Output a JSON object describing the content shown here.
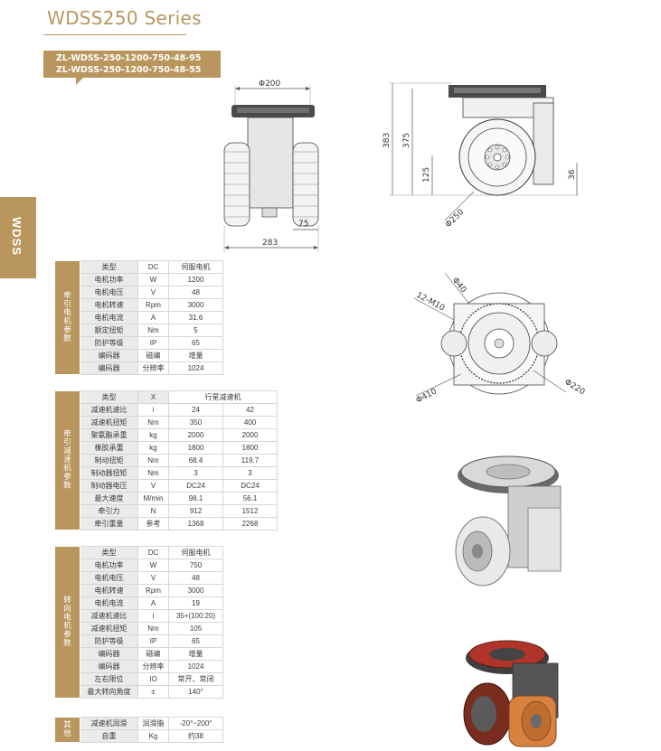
{
  "header": {
    "title": "WDSS250 Series",
    "models": [
      "ZL-WDSS-250-1200-750-48-95",
      "ZL-WDSS-250-1200-750-48-55"
    ]
  },
  "side_tab": "WDSS",
  "dimensions": {
    "front_diameter": "Φ200",
    "front_width": "75",
    "front_length": "283",
    "side_height_1": "383",
    "side_height_2": "375",
    "side_height_3": "125",
    "side_height_4": "36",
    "side_wheel_diameter": "Φ250",
    "top_diameter_40": "Φ40",
    "top_bolts": "12-M10",
    "top_diameter_410": "Φ410",
    "top_diameter_220": "Φ220"
  },
  "traction_motor": {
    "category": "牵引电机参数",
    "rows": [
      {
        "label": "类型",
        "unit": "DC",
        "value": "伺服电机"
      },
      {
        "label": "电机功率",
        "unit": "W",
        "value": "1200"
      },
      {
        "label": "电机电压",
        "unit": "V",
        "value": "48"
      },
      {
        "label": "电机转速",
        "unit": "Rpm",
        "value": "3000"
      },
      {
        "label": "电机电流",
        "unit": "A",
        "value": "31.6"
      },
      {
        "label": "额定扭矩",
        "unit": "Nm",
        "value": "5"
      },
      {
        "label": "防护等级",
        "unit": "IP",
        "value": "65"
      },
      {
        "label": "编码器",
        "unit": "磁编",
        "value": "增量"
      },
      {
        "label": "编码器",
        "unit": "分辨率",
        "value": "1024"
      }
    ]
  },
  "traction_reducer": {
    "category": "牵引减速机参数",
    "header": {
      "label": "类型",
      "unit": "X",
      "value": "行星减速机"
    },
    "rows": [
      {
        "label": "减速机速比",
        "unit": "i",
        "v1": "24",
        "v2": "42"
      },
      {
        "label": "减速机扭矩",
        "unit": "Nm",
        "v1": "350",
        "v2": "400"
      },
      {
        "label": "聚氨酯承重",
        "unit": "kg",
        "v1": "2000",
        "v2": "2000"
      },
      {
        "label": "橡胶承重",
        "unit": "kg",
        "v1": "1800",
        "v2": "1800"
      },
      {
        "label": "制动扭矩",
        "unit": "Nm",
        "v1": "68.4",
        "v2": "119.7"
      },
      {
        "label": "制动器扭矩",
        "unit": "Nm",
        "v1": "3",
        "v2": "3"
      },
      {
        "label": "制动器电压",
        "unit": "V",
        "v1": "DC24",
        "v2": "DC24"
      },
      {
        "label": "最大速度",
        "unit": "M/min",
        "v1": "98.1",
        "v2": "56.1"
      },
      {
        "label": "牵引力",
        "unit": "N",
        "v1": "912",
        "v2": "1512"
      },
      {
        "label": "牵引重量",
        "unit": "参考",
        "v1": "1368",
        "v2": "2268"
      }
    ]
  },
  "steering_motor": {
    "category": "转向电机参数",
    "rows": [
      {
        "label": "类型",
        "unit": "DC",
        "value": "伺服电机"
      },
      {
        "label": "电机功率",
        "unit": "W",
        "value": "750"
      },
      {
        "label": "电机电压",
        "unit": "V",
        "value": "48"
      },
      {
        "label": "电机转速",
        "unit": "Rpm",
        "value": "3000"
      },
      {
        "label": "电机电流",
        "unit": "A",
        "value": "19"
      },
      {
        "label": "减速机速比",
        "unit": "i",
        "value": "35+(100:20)"
      },
      {
        "label": "减速机扭矩",
        "unit": "Nm",
        "value": "105"
      },
      {
        "label": "防护等级",
        "unit": "IP",
        "value": "65"
      },
      {
        "label": "编码器",
        "unit": "磁编",
        "value": "增量"
      },
      {
        "label": "编码器",
        "unit": "分辨率",
        "value": "1024"
      },
      {
        "label": "左右限位",
        "unit": "IO",
        "value": "常开、常闭"
      },
      {
        "label": "最大转向角度",
        "unit": "±",
        "value": "140°"
      }
    ]
  },
  "other": {
    "category": "其他",
    "rows": [
      {
        "label": "减速机润滑",
        "unit": "润滑脂",
        "value": "-20°~200°"
      },
      {
        "label": "自重",
        "unit": "Kg",
        "value": "约38"
      }
    ]
  },
  "colors": {
    "accent": "#b9965e",
    "label_bg": "#ebebeb",
    "wheel_red": "#b0342a",
    "wheel_orange": "#d9823f"
  }
}
